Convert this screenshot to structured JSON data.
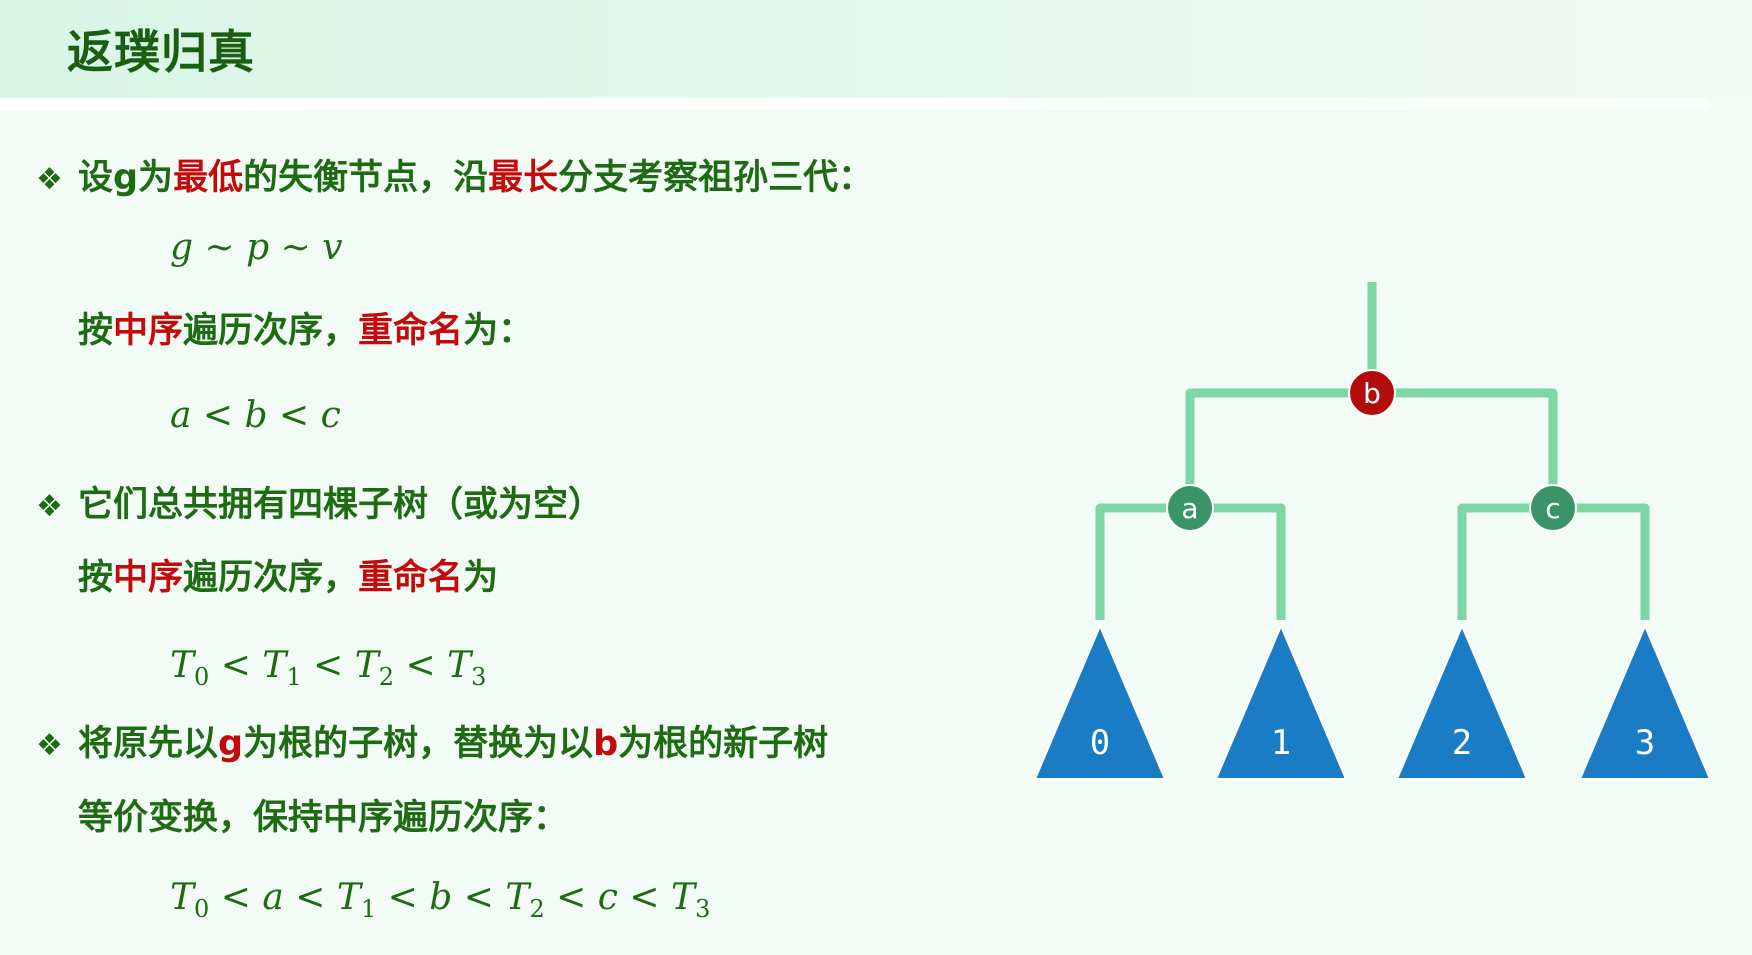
{
  "title": "返璞归真",
  "bullet_glyph": "❖",
  "item1": {
    "parts": [
      "设g为",
      "最低",
      "的失衡节点，沿",
      "最长",
      "分支考察祖孙三代："
    ],
    "formula": "g ∼ p ∼ v",
    "sub": {
      "parts": [
        "按",
        "中序",
        "遍历次序，",
        "重命名",
        "为："
      ]
    },
    "formula2": "a < b < c"
  },
  "item2": {
    "text": "它们总共拥有四棵子树（或为空）",
    "sub": {
      "parts": [
        "按",
        "中序",
        "遍历次序，",
        "重命名",
        "为"
      ]
    },
    "formula": {
      "T": "T",
      "lt": "<",
      "subs": [
        "0",
        "1",
        "2",
        "3"
      ]
    }
  },
  "item3": {
    "parts": [
      "将原先以",
      "g",
      "为根的子树，替换为以",
      "b",
      "为根的新子树"
    ],
    "line2": "等价变换，保持中序遍历次序：",
    "formula": {
      "tokens": [
        "T",
        "0",
        "a",
        "T",
        "1",
        "b",
        "T",
        "2",
        "c",
        "T",
        "3"
      ],
      "lt": "<"
    }
  },
  "tree": {
    "root": "b",
    "left": "a",
    "right": "c",
    "subtrees": [
      "0",
      "1",
      "2",
      "3"
    ],
    "colors": {
      "edge": "#7dd6a3",
      "root": "#b30c0c",
      "child": "#3a9468",
      "subtree": "#1a7cc4"
    }
  }
}
